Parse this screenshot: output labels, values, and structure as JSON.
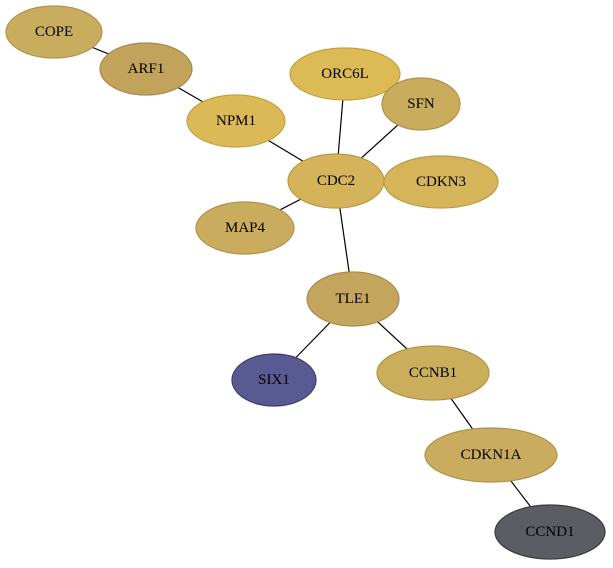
{
  "diagram": {
    "nodes": [
      {
        "id": "COPE",
        "label": "COPE",
        "fill": "#c9ad5e",
        "stroke": "#b0944a"
      },
      {
        "id": "ARF1",
        "label": "ARF1",
        "fill": "#c2a35c",
        "stroke": "#a58a48"
      },
      {
        "id": "NPM1",
        "label": "NPM1",
        "fill": "#dcb957",
        "stroke": "#c4a043"
      },
      {
        "id": "ORC6L",
        "label": "ORC6L",
        "fill": "#dcba56",
        "stroke": "#c4a042"
      },
      {
        "id": "SFN",
        "label": "SFN",
        "fill": "#c9ac5c",
        "stroke": "#b09248"
      },
      {
        "id": "CDC2",
        "label": "CDC2",
        "fill": "#d4b35a",
        "stroke": "#bb9946"
      },
      {
        "id": "CDKN3",
        "label": "CDKN3",
        "fill": "#d5b45a",
        "stroke": "#bc9a46"
      },
      {
        "id": "MAP4",
        "label": "MAP4",
        "fill": "#c9ac5d",
        "stroke": "#b09249"
      },
      {
        "id": "TLE1",
        "label": "TLE1",
        "fill": "#c4a55d",
        "stroke": "#a88c49"
      },
      {
        "id": "SIX1",
        "label": "SIX1",
        "fill": "#5a5a92",
        "stroke": "#3d3d72"
      },
      {
        "id": "CCNB1",
        "label": "CCNB1",
        "fill": "#cbae5c",
        "stroke": "#b29448"
      },
      {
        "id": "CDKN1A",
        "label": "CDKN1A",
        "fill": "#c9ac5d",
        "stroke": "#b09249"
      },
      {
        "id": "CCND1",
        "label": "CCND1",
        "fill": "#5c5d64",
        "stroke": "#3a3a40"
      }
    ],
    "edges": [
      {
        "from": "COPE",
        "to": "ARF1"
      },
      {
        "from": "ARF1",
        "to": "NPM1"
      },
      {
        "from": "NPM1",
        "to": "CDC2"
      },
      {
        "from": "ORC6L",
        "to": "CDC2"
      },
      {
        "from": "SFN",
        "to": "CDC2"
      },
      {
        "from": "MAP4",
        "to": "CDC2"
      },
      {
        "from": "CDC2",
        "to": "TLE1"
      },
      {
        "from": "TLE1",
        "to": "SIX1"
      },
      {
        "from": "TLE1",
        "to": "CCNB1"
      },
      {
        "from": "CCNB1",
        "to": "CDKN1A"
      },
      {
        "from": "CDKN1A",
        "to": "CCND1"
      }
    ]
  }
}
